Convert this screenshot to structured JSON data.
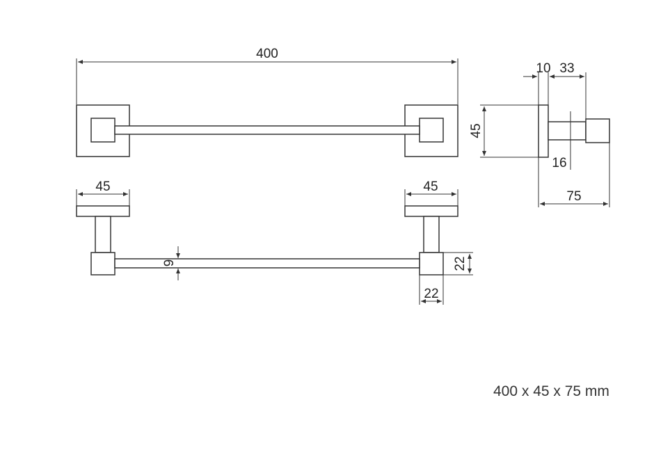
{
  "dimensions": {
    "length": "400",
    "front_view_plate_width_left": "45",
    "front_view_plate_width_right": "45",
    "rod_diameter": "9",
    "post_block_height": "22",
    "post_block_width": "22",
    "side_plate_thickness": "10",
    "side_offset": "33",
    "side_height": "45",
    "side_post": "16",
    "side_depth": "75"
  },
  "caption": "400 x 45 x 75 mm",
  "colors": {
    "line": "#333333",
    "text": "#222222",
    "background": "#ffffff"
  }
}
